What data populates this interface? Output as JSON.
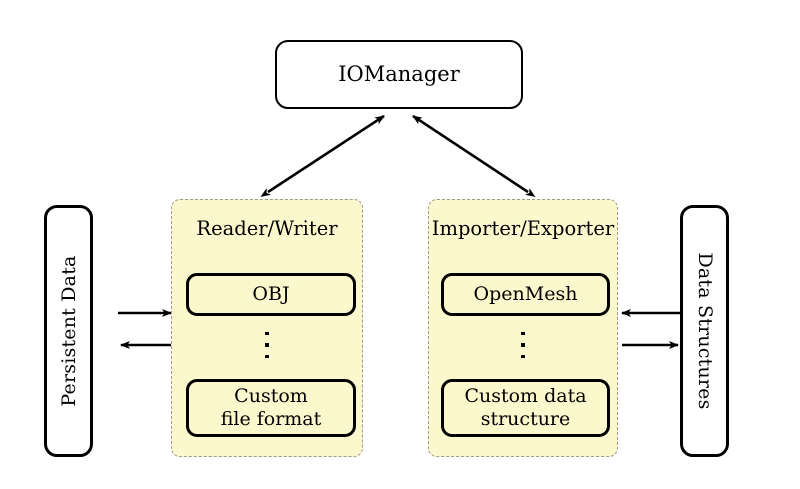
{
  "diagram": {
    "title_node": {
      "label": "IOManager"
    },
    "left_store": {
      "label": "Persistent Data"
    },
    "right_store": {
      "label": "Data Structures"
    },
    "groups": [
      {
        "id": "reader-writer",
        "label": "Reader/Writer",
        "top_module": "OBJ",
        "ellipsis": "⋮",
        "bottom_module_line1": "Custom",
        "bottom_module_line2": "file format"
      },
      {
        "id": "importer-exporter",
        "label": "Importer/Exporter",
        "top_module": "OpenMesh",
        "ellipsis": "⋮",
        "bottom_module_line1": "Custom data",
        "bottom_module_line2": "structure"
      }
    ],
    "connections": [
      {
        "name": "iomanager-to-reader-writer",
        "kind": "double-arrow"
      },
      {
        "name": "iomanager-to-importer-exporter",
        "kind": "double-arrow"
      },
      {
        "name": "persistent-data-to-reader-writer",
        "kind": "arrow-right"
      },
      {
        "name": "reader-writer-to-persistent-data",
        "kind": "arrow-left"
      },
      {
        "name": "data-structures-to-importer-exporter",
        "kind": "arrow-left"
      },
      {
        "name": "importer-exporter-to-data-structures",
        "kind": "arrow-right"
      }
    ],
    "colors": {
      "panel_fill": "#fbf8cd",
      "panel_border": "#9b9b8f",
      "stroke": "#000000",
      "background": "#ffffff"
    }
  }
}
